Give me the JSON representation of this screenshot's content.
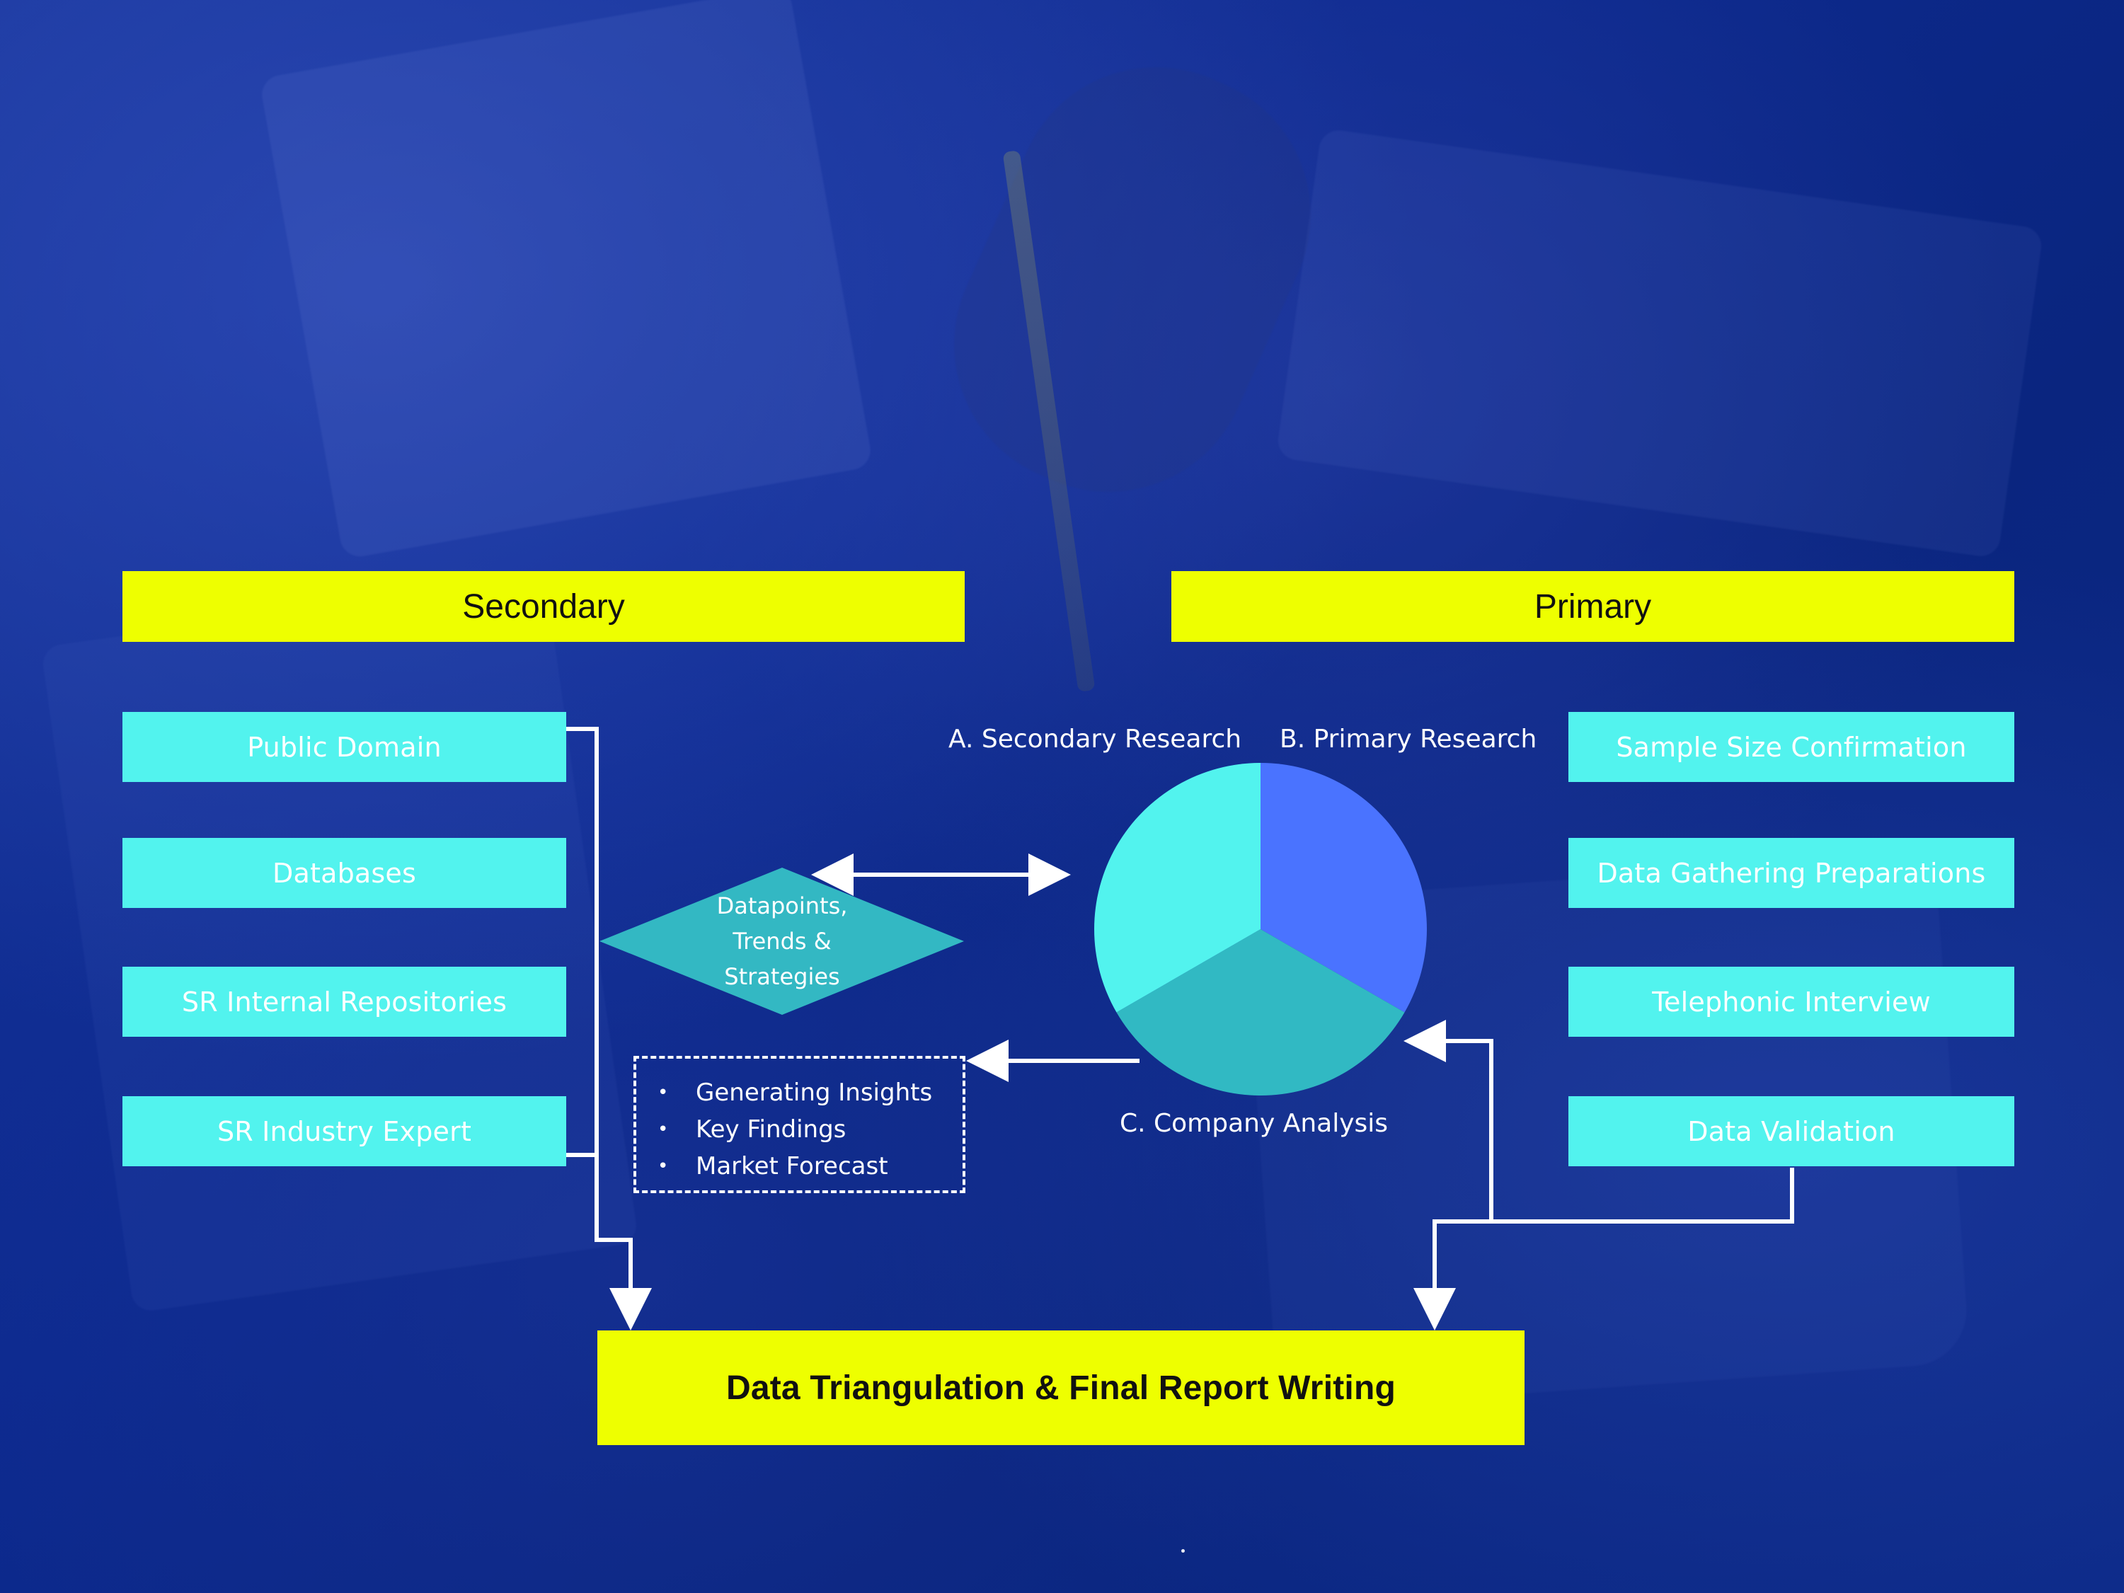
{
  "headers": {
    "secondary": "Secondary",
    "primary": "Primary"
  },
  "secondary_sources": [
    "Public Domain",
    "Databases",
    "SR Internal Repositories",
    "SR Industry Expert"
  ],
  "primary_steps": [
    "Sample Size Confirmation",
    "Data Gathering Preparations",
    "Telephonic Interview",
    "Data Validation"
  ],
  "center": {
    "diamond": [
      "Datapoints,",
      "Trends &",
      "Strategies"
    ],
    "pie_labels": {
      "secondary_research": "A. Secondary Research",
      "primary_research": "B. Primary Research",
      "company_analysis": "C. Company Analysis"
    },
    "insights": [
      "Generating Insights",
      "Key Findings",
      "Market Forecast"
    ]
  },
  "final_box": "Data Triangulation & Final Report Writing",
  "colors": {
    "header_yellow": "#eeff00",
    "box_cyan": "#52f3ee",
    "pie_blue": "#4a73ff",
    "pie_teal": "#31b9c3",
    "pie_cyan": "#52f3ee",
    "diamond_teal": "#33b8c3"
  },
  "icons": {
    "connector": "arrow",
    "bullet": "bullet-dot"
  }
}
